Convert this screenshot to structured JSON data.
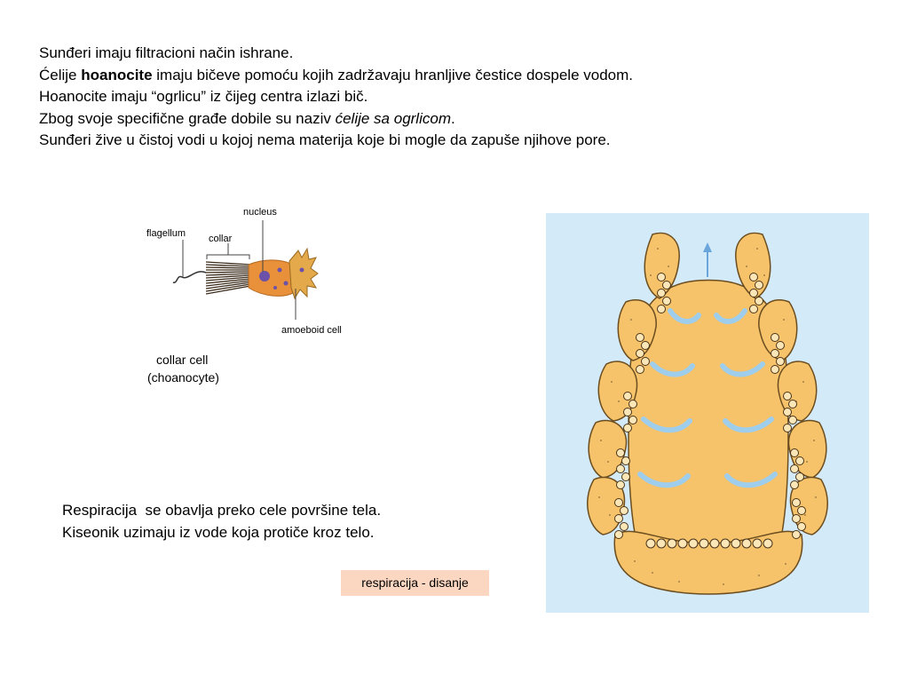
{
  "intro": {
    "line1": "Sunđeri imaju filtracioni način ishrane.",
    "line2": {
      "pre": "Ćelije ",
      "bold": "hoanocite",
      "post": " imaju bičeve pomoću kojih zadržavaju hranljive čestice dospele vodom."
    },
    "line3": "Hoanocite imaju “ogrlicu” iz čijeg centra izlazi bič.",
    "line4": {
      "pre": "Zbog svoje specifične građe dobile su naziv ",
      "italic": "ćelije sa ogrlicom",
      "post": "."
    },
    "line5": "Sunđeri žive u čistoj vodi u kojoj nema materija koje bi mogle da zapuše njihove pore."
  },
  "choanocyte_figure": {
    "labels": {
      "flagellum": "flagellum",
      "collar": "collar",
      "nucleus": "nucleus",
      "amoeboid": "amoeboid cell",
      "caption1": "collar cell",
      "caption2": "(choanocyte)"
    }
  },
  "respiration": {
    "line1": "Respiracija  se obavlja preko cele površine tela.",
    "line2": "Kiseonik uzimaju iz vode koja protiče kroz telo."
  },
  "badge": {
    "label": "respiracija - disanje"
  },
  "colors": {
    "body": "#f6c36b",
    "water": "#d3eaf8",
    "arrow": "#9fcdec",
    "badge": "#fbd6c1"
  }
}
